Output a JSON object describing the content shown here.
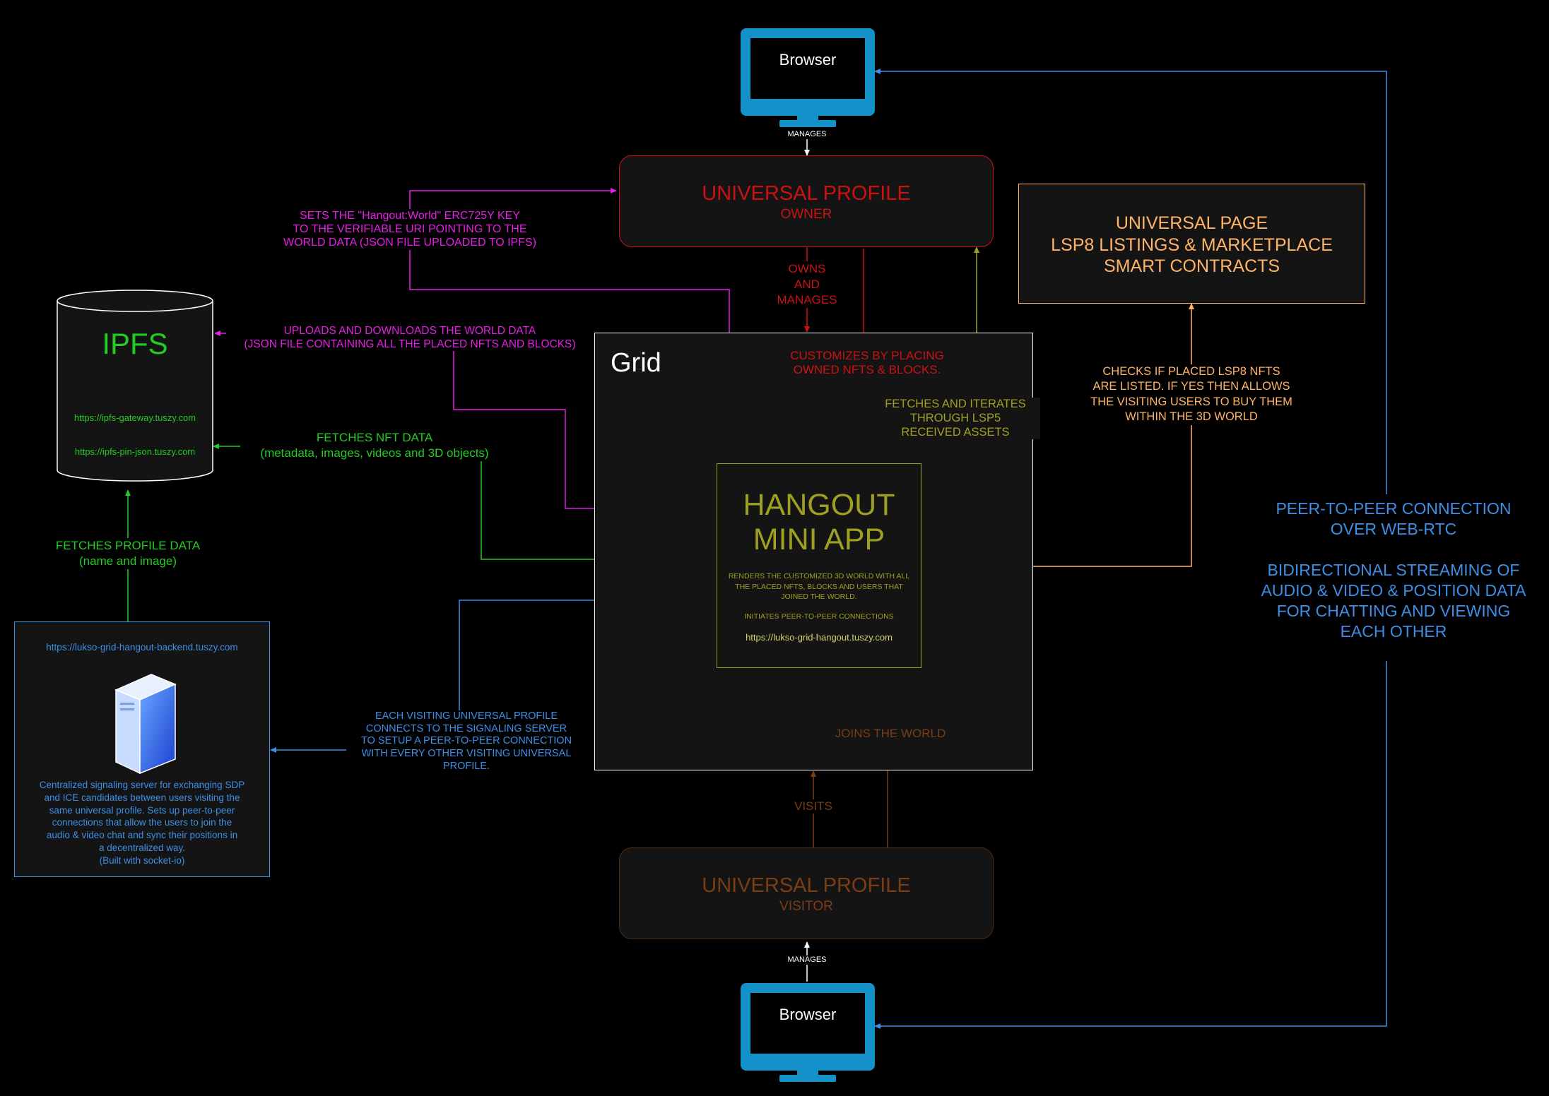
{
  "browser_top": {
    "label": "Browser",
    "manages": "MANAGES"
  },
  "browser_bottom": {
    "label": "Browser",
    "manages": "MANAGES"
  },
  "owner_profile": {
    "title": "UNIVERSAL PROFILE",
    "subtitle": "OWNER"
  },
  "visitor_profile": {
    "title": "UNIVERSAL PROFILE",
    "subtitle": "VISITOR"
  },
  "universal_page": {
    "text": "UNIVERSAL PAGE\nLSP8 LISTINGS & MARKETPLACE\nSMART CONTRACTS"
  },
  "ipfs": {
    "title": "IPFS",
    "gateway_url": "https://ipfs-gateway.tuszy.com",
    "pin_url": "https://ipfs-pin-json.tuszy.com"
  },
  "grid": {
    "title": "Grid"
  },
  "hangout": {
    "title": "HANGOUT\nMINI APP",
    "description": "RENDERS THE CUSTOMIZED 3D WORLD WITH ALL\nTHE PLACED NFTS, BLOCKS AND USERS THAT\nJOINED THE WORLD.",
    "initiates": "INITIATES PEER-TO-PEER CONNECTIONS",
    "url": "https://lukso-grid-hangout.tuszy.com"
  },
  "backend": {
    "url": "https://lukso-grid-hangout-backend.tuszy.com",
    "description": "Centralized signaling server for exchanging SDP\nand ICE candidates between users visiting the\nsame universal profile. Sets up peer-to-peer\nconnections that allow the users to join the\naudio & video chat and sync their positions in\na decentralized way.\n(Built with socket-io)"
  },
  "labels": {
    "sets_key": "SETS THE \"Hangout:World\" ERC725Y KEY\nTO THE VERIFIABLE URI POINTING TO THE\nWORLD DATA (JSON FILE UPLOADED TO IPFS)",
    "owns_manages": "OWNS\nAND\nMANAGES",
    "customizes": "CUSTOMIZES BY PLACING\nOWNED NFTS & BLOCKS.",
    "fetches_lsp5": "FETCHES AND ITERATES\nTHROUGH LSP5\nRECEIVED ASSETS",
    "uploads_downloads": "UPLOADS AND DOWNLOADS THE WORLD DATA\n(JSON FILE CONTAINING ALL THE PLACED NFTS AND BLOCKS)",
    "fetches_nft": "FETCHES NFT DATA\n(metadata, images, videos and 3D objects)",
    "fetches_profile": "FETCHES PROFILE DATA\n(name and image)",
    "checks_lsp8": "CHECKS IF PLACED LSP8 NFTS\nARE LISTED. IF YES THEN ALLOWS\nTHE VISITING USERS TO BUY THEM\nWITHIN THE 3D WORLD",
    "p2p": "PEER-TO-PEER CONNECTION\nOVER WEB-RTC\n\nBIDIRECTIONAL STREAMING OF\nAUDIO & VIDEO & POSITION DATA\nFOR CHATTING AND VIEWING\nEACH OTHER",
    "signaling": "EACH VISITING UNIVERSAL PROFILE\nCONNECTS TO THE SIGNALING SERVER\nTO SETUP A PEER-TO-PEER CONNECTION\nWITH EVERY OTHER VISITING UNIVERSAL\nPROFILE.",
    "joins_world": "JOINS THE WORLD",
    "visits": "VISITS"
  },
  "colors": {
    "owner": "#cc1111",
    "magenta": "#e61ee6",
    "green": "#22cc22",
    "olive": "#a0a020",
    "orange": "#ffb366",
    "blue": "#3d8fe6",
    "brown": "#7a3d14",
    "white": "#ffffff",
    "monitor": "#1591c9"
  }
}
